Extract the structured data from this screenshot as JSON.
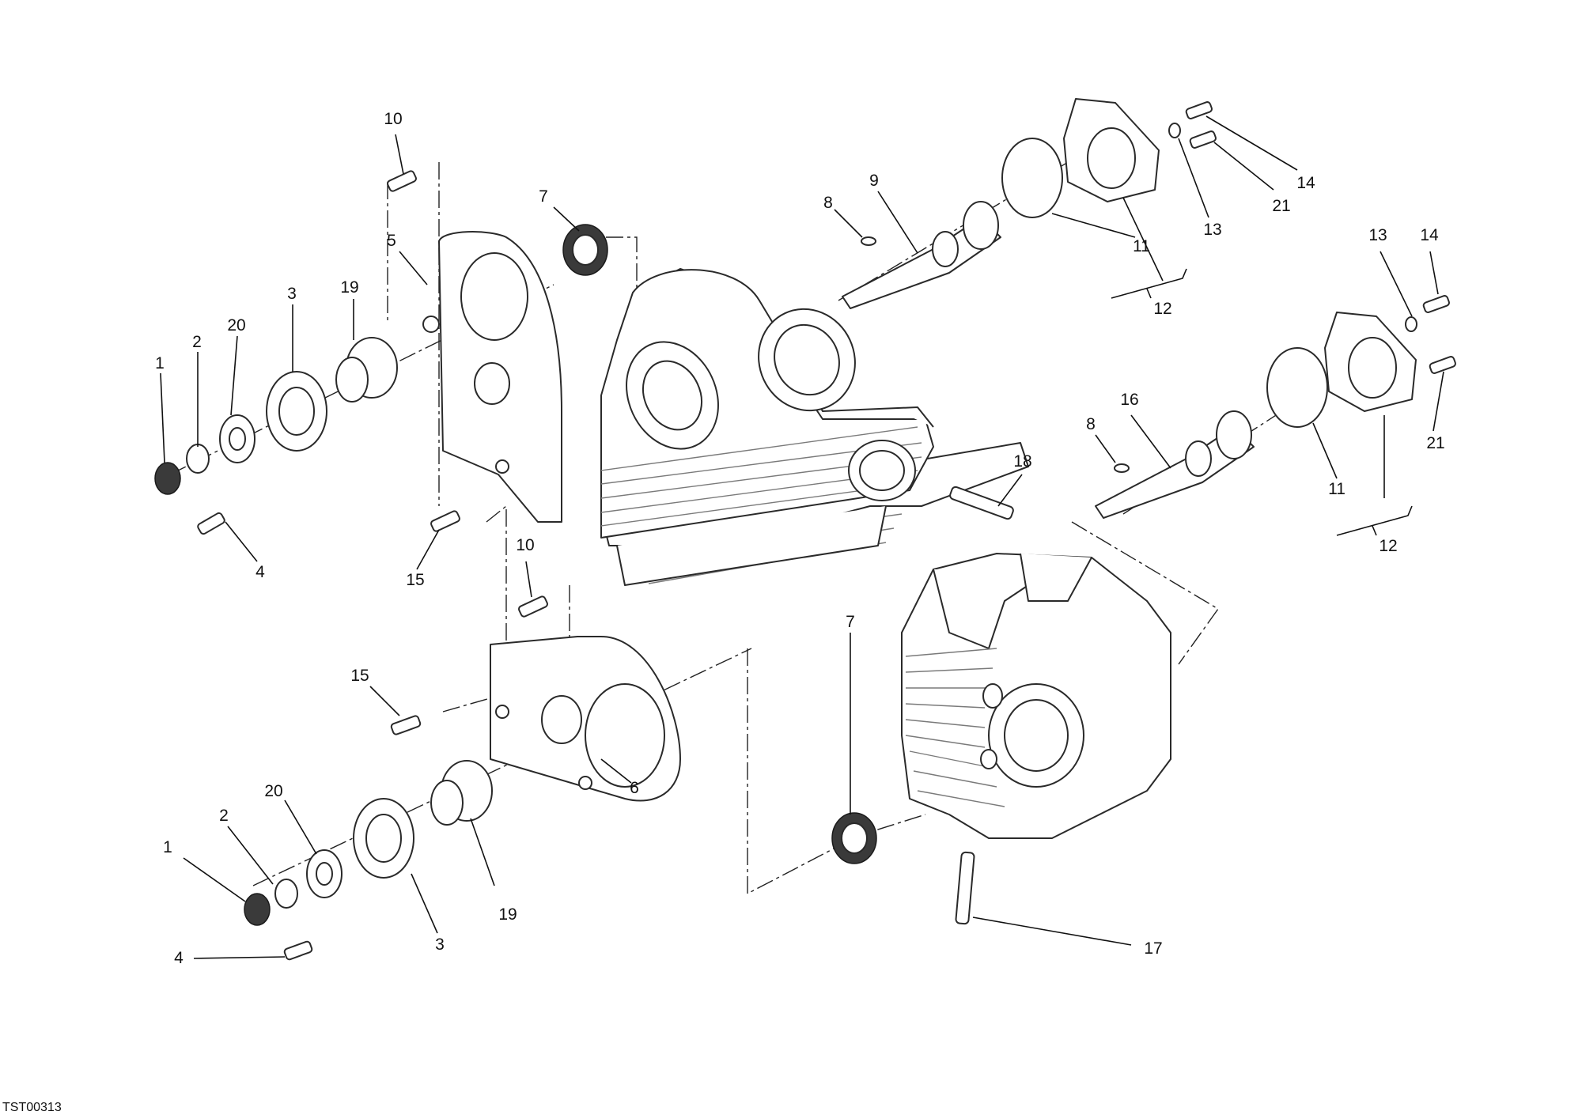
{
  "diagram": {
    "code": "TST00313",
    "callouts": {
      "c10a": "10",
      "c7a": "7",
      "c5": "5",
      "c19a": "19",
      "c3a": "3",
      "c20a": "20",
      "c2a": "2",
      "c1a": "1",
      "c4a": "4",
      "c15a": "15",
      "c8a": "8",
      "c9": "9",
      "c11a": "11",
      "c12a": "12",
      "c13a": "13",
      "c14a": "14",
      "c21a": "21",
      "c13b": "13",
      "c14b": "14",
      "c8b": "8",
      "c16": "16",
      "c11b": "11",
      "c12b": "12",
      "c21b": "21",
      "c18": "18",
      "c10b": "10",
      "c15b": "15",
      "c6": "6",
      "c7b": "7",
      "c20b": "20",
      "c2b": "2",
      "c1b": "1",
      "c19b": "19",
      "c3b": "3",
      "c4b": "4",
      "c17": "17"
    }
  }
}
